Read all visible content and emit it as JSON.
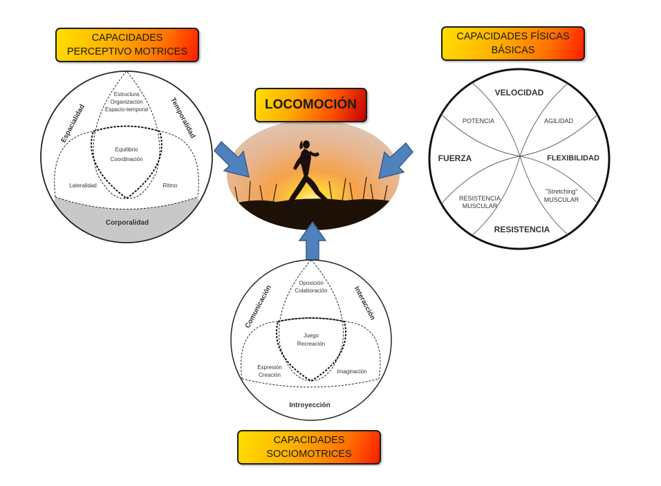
{
  "center": {
    "title": "LOCOMOCIÓN",
    "image": "runner-silhouette-at-sunset"
  },
  "perceptivo_motrices": {
    "title_line1": "CAPACIDADES",
    "title_line2": "PERCEPTIVO MOTRICES",
    "outer_labels": {
      "left": "Espacialidad",
      "right": "Temporalidad",
      "bottom": "Corporalidad"
    },
    "regions": {
      "top_line1": "Estructura",
      "top_line2": "Organización",
      "top_line3": "Espacio-temporal",
      "center_line1": "Equilibrio",
      "center_line2": "Coordinación",
      "left": "Lateralidad",
      "right": "Ritmo"
    }
  },
  "fisicas_basicas": {
    "title_line1": "CAPACIDADES FÍSICAS",
    "title_line2": "BÁSICAS",
    "axes": {
      "top": "VELOCIDAD",
      "left": "FUERZA",
      "right": "FLEXIBILIDAD",
      "bottom": "RESISTENCIA"
    },
    "quadrants": {
      "top_left": "POTENCIA",
      "top_right": "AGILIDAD",
      "bottom_left_line1": "RESISTENCIA",
      "bottom_left_line2": "MUSCULAR",
      "bottom_right_line1": "\"Stretching\"",
      "bottom_right_line2": "MUSCULAR"
    }
  },
  "sociomotrices": {
    "title_line1": "CAPACIDADES",
    "title_line2": "SOCIOMOTRICES",
    "outer_labels": {
      "left": "Comunicación",
      "right": "Interacción",
      "bottom": "Introyección"
    },
    "regions": {
      "top_line1": "Oposición",
      "top_line2": "Colaboración",
      "center_line1": "Juego",
      "center_line2": "Recreación",
      "left_line1": "Expresión",
      "left_line2": "Creación",
      "right": "Imaginación"
    }
  },
  "colors": {
    "arrow_fill": "#4f81bd",
    "arrow_stroke": "#385d8a",
    "box_gradient_start": "#ffe000",
    "box_gradient_end": "#ff1a00",
    "corporalidad_fill": "#c8c8c8"
  }
}
